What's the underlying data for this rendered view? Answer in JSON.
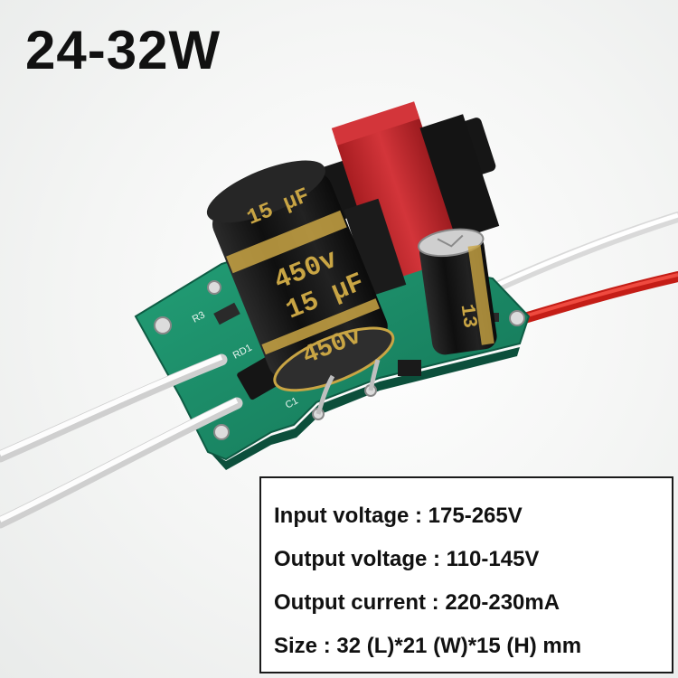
{
  "title": "24-32W",
  "product_photo": {
    "subject": "led-driver-circuit-board",
    "capacitor_large_markings": [
      "15 μF",
      "450v",
      "15 μF",
      "450v"
    ],
    "capacitor_small_marking": "13",
    "board_labels": [
      "R3",
      "RD1",
      "C1"
    ]
  },
  "specs": [
    {
      "label": "Input voltage",
      "value": "175-265V"
    },
    {
      "label": "Output voltage",
      "value": "110-145V"
    },
    {
      "label": "Output current",
      "value": "220-230mA"
    },
    {
      "label": "Size",
      "value": "32 (L)*21 (W)*15 (H) mm"
    }
  ],
  "colors": {
    "pcb": "#1b8a67",
    "capacitor": "#1a1a1a",
    "capacitor_text": "#c9a544",
    "transformer_core": "#c8262b",
    "wire_red": "#e0241c",
    "wire_white": "#f7f7f7"
  }
}
